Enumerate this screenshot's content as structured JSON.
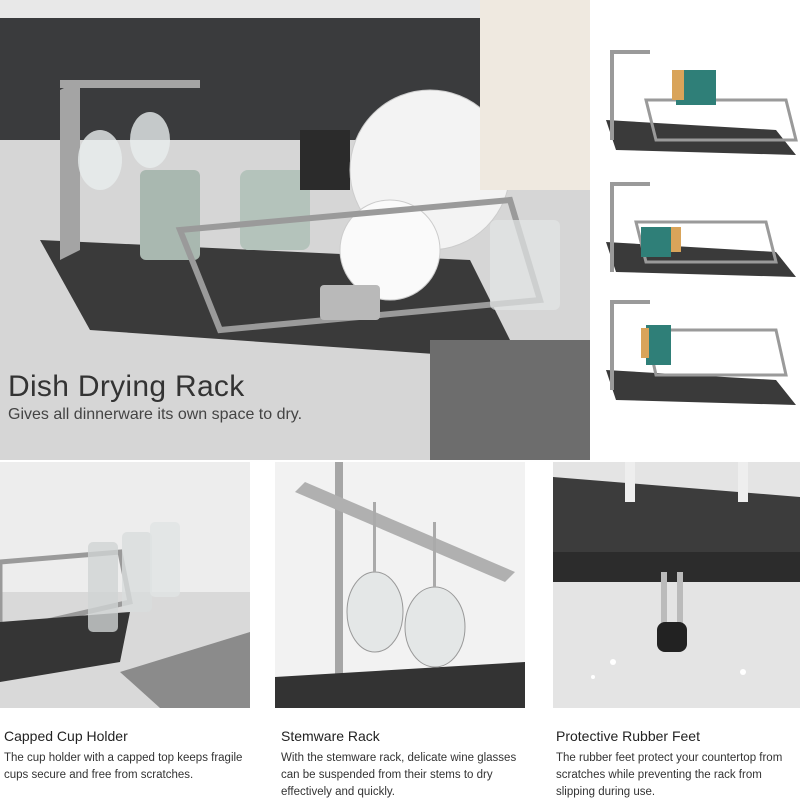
{
  "hero": {
    "title": "Dish Drying Rack",
    "subtitle": "Gives all dinnerware its own space to dry."
  },
  "thumbnails": [
    {
      "variant": "green-holder"
    },
    {
      "variant": "teal-holder"
    },
    {
      "variant": "teal-holder-alt"
    }
  ],
  "features": [
    {
      "title": "Capped Cup Holder",
      "text": "The cup holder with a capped top keeps fragile cups secure and free from scratches."
    },
    {
      "title": "Stemware Rack",
      "text": "With the stemware rack, delicate wine glasses can be suspended from their stems to dry effectively and quickly."
    },
    {
      "title": "Protective Rubber Feet",
      "text": "The rubber feet protect your countertop from scratches while preventing the rack from slipping during use."
    }
  ],
  "colors": {
    "frame": "#9a9a9a",
    "tray": "#3a3a3a",
    "accent_green": "#2f7f78",
    "bamboo": "#d9a45a"
  }
}
